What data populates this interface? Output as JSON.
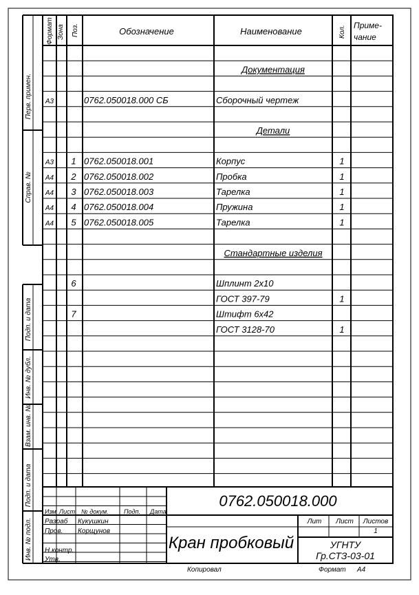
{
  "header": {
    "format": "Формат",
    "zone": "Зона",
    "pos": "Поз.",
    "designation": "Обозначение",
    "name": "Наименование",
    "qty": "Кол.",
    "note_line1": "Приме-",
    "note_line2": "чание"
  },
  "rows": [
    {
      "format": "",
      "pos": "",
      "designation": "",
      "name": "",
      "qty": "",
      "section": false
    },
    {
      "format": "",
      "pos": "",
      "designation": "",
      "name": "Документация",
      "qty": "",
      "section": true
    },
    {
      "format": "",
      "pos": "",
      "designation": "",
      "name": "",
      "qty": "",
      "section": false
    },
    {
      "format": "А3",
      "pos": "",
      "designation": "0762.050018.000  СБ",
      "name": "Сборочный чертеж",
      "qty": "",
      "section": false
    },
    {
      "format": "",
      "pos": "",
      "designation": "",
      "name": "",
      "qty": "",
      "section": false
    },
    {
      "format": "",
      "pos": "",
      "designation": "",
      "name": "Детали",
      "qty": "",
      "section": true
    },
    {
      "format": "",
      "pos": "",
      "designation": "",
      "name": "",
      "qty": "",
      "section": false
    },
    {
      "format": "А3",
      "pos": "1",
      "designation": "0762.050018.001",
      "name": "Корпус",
      "qty": "1",
      "section": false
    },
    {
      "format": "А4",
      "pos": "2",
      "designation": "0762.050018.002",
      "name": "Пробка",
      "qty": "1",
      "section": false
    },
    {
      "format": "А4",
      "pos": "3",
      "designation": "0762.050018.003",
      "name": "Тарелка",
      "qty": "1",
      "section": false
    },
    {
      "format": "А4",
      "pos": "4",
      "designation": "0762.050018.004",
      "name": "Пружина",
      "qty": "1",
      "section": false
    },
    {
      "format": "А4",
      "pos": "5",
      "designation": "0762.050018.005",
      "name": "Тарелка",
      "qty": "1",
      "section": false
    },
    {
      "format": "",
      "pos": "",
      "designation": "",
      "name": "",
      "qty": "",
      "section": false
    },
    {
      "format": "",
      "pos": "",
      "designation": "",
      "name": "Стандартные  изделия",
      "qty": "",
      "section": true
    },
    {
      "format": "",
      "pos": "",
      "designation": "",
      "name": "",
      "qty": "",
      "section": false
    },
    {
      "format": "",
      "pos": "6",
      "designation": "",
      "name": "Шплинт  2х10",
      "qty": "",
      "section": false
    },
    {
      "format": "",
      "pos": "",
      "designation": "",
      "name": "ГОСТ  397-79",
      "qty": "1",
      "section": false
    },
    {
      "format": "",
      "pos": "7",
      "designation": "",
      "name": "Штифт  6х42",
      "qty": "",
      "section": false
    },
    {
      "format": "",
      "pos": "",
      "designation": "",
      "name": "ГОСТ  3128-70",
      "qty": "1",
      "section": false
    },
    {
      "format": "",
      "pos": "",
      "designation": "",
      "name": "",
      "qty": "",
      "section": false
    },
    {
      "format": "",
      "pos": "",
      "designation": "",
      "name": "",
      "qty": "",
      "section": false
    },
    {
      "format": "",
      "pos": "",
      "designation": "",
      "name": "",
      "qty": "",
      "section": false
    },
    {
      "format": "",
      "pos": "",
      "designation": "",
      "name": "",
      "qty": "",
      "section": false
    },
    {
      "format": "",
      "pos": "",
      "designation": "",
      "name": "",
      "qty": "",
      "section": false
    },
    {
      "format": "",
      "pos": "",
      "designation": "",
      "name": "",
      "qty": "",
      "section": false
    },
    {
      "format": "",
      "pos": "",
      "designation": "",
      "name": "",
      "qty": "",
      "section": false
    },
    {
      "format": "",
      "pos": "",
      "designation": "",
      "name": "",
      "qty": "",
      "section": false
    },
    {
      "format": "",
      "pos": "",
      "designation": "",
      "name": "",
      "qty": "",
      "section": false
    },
    {
      "format": "",
      "pos": "",
      "designation": "",
      "name": "",
      "qty": "",
      "section": false
    },
    {
      "format": "",
      "pos": "",
      "designation": "",
      "name": "",
      "qty": "",
      "section": false
    },
    {
      "format": "",
      "pos": "",
      "designation": "",
      "name": "",
      "qty": "",
      "section": false
    }
  ],
  "side_strip": {
    "perv_primen": "Перв. примен.",
    "sprav_no": "Справ. №",
    "podp_data_1": "Подп. и дата",
    "inv_dubl": "Инв. № дубл.",
    "vzam_inv": "Взам. инв. №",
    "podp_data_2": "Подп. и дата",
    "inv_podl": "Инв. № подл."
  },
  "title_block": {
    "document_code": "0762.050018.000",
    "col_izm": "Изм",
    "col_list": "Лист",
    "col_doc": "№ докум.",
    "col_podp": "Подп.",
    "col_date": "Дата",
    "role_razrab": "Разраб",
    "role_prov": "Пров.",
    "role_nkontr": "Н.контр.",
    "role_utv": "Утв.",
    "name_razrab": "Кукушкин",
    "name_prov": "Корщунов",
    "product_title": "Кран пробковый",
    "lit": "Лит",
    "list": "Лист",
    "listov": "Листов",
    "listov_value": "1",
    "org": "УГНТУ",
    "group": "Гр.СТЗ-03-01"
  },
  "footer": {
    "kopiroval": "Копировал",
    "format_label": "Формат",
    "format_value": "А4"
  }
}
